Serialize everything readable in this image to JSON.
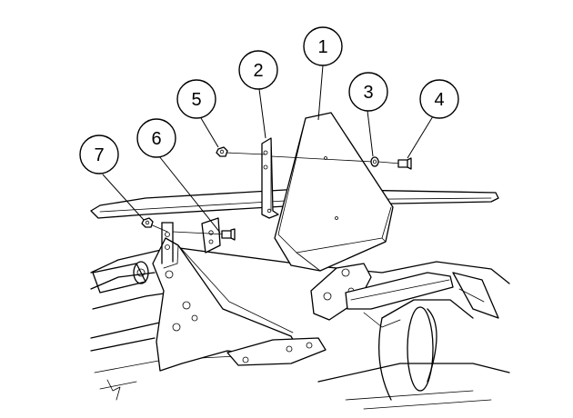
{
  "callouts": [
    {
      "label": "1",
      "part": "triangular-reflector"
    },
    {
      "label": "2",
      "part": "mounting-bracket"
    },
    {
      "label": "3",
      "part": "washer"
    },
    {
      "label": "4",
      "part": "bolt"
    },
    {
      "label": "5",
      "part": "nut"
    },
    {
      "label": "6",
      "part": "bolt"
    },
    {
      "label": "7",
      "part": "nut"
    }
  ],
  "colors": {
    "line": "#000000",
    "background": "#ffffff"
  }
}
